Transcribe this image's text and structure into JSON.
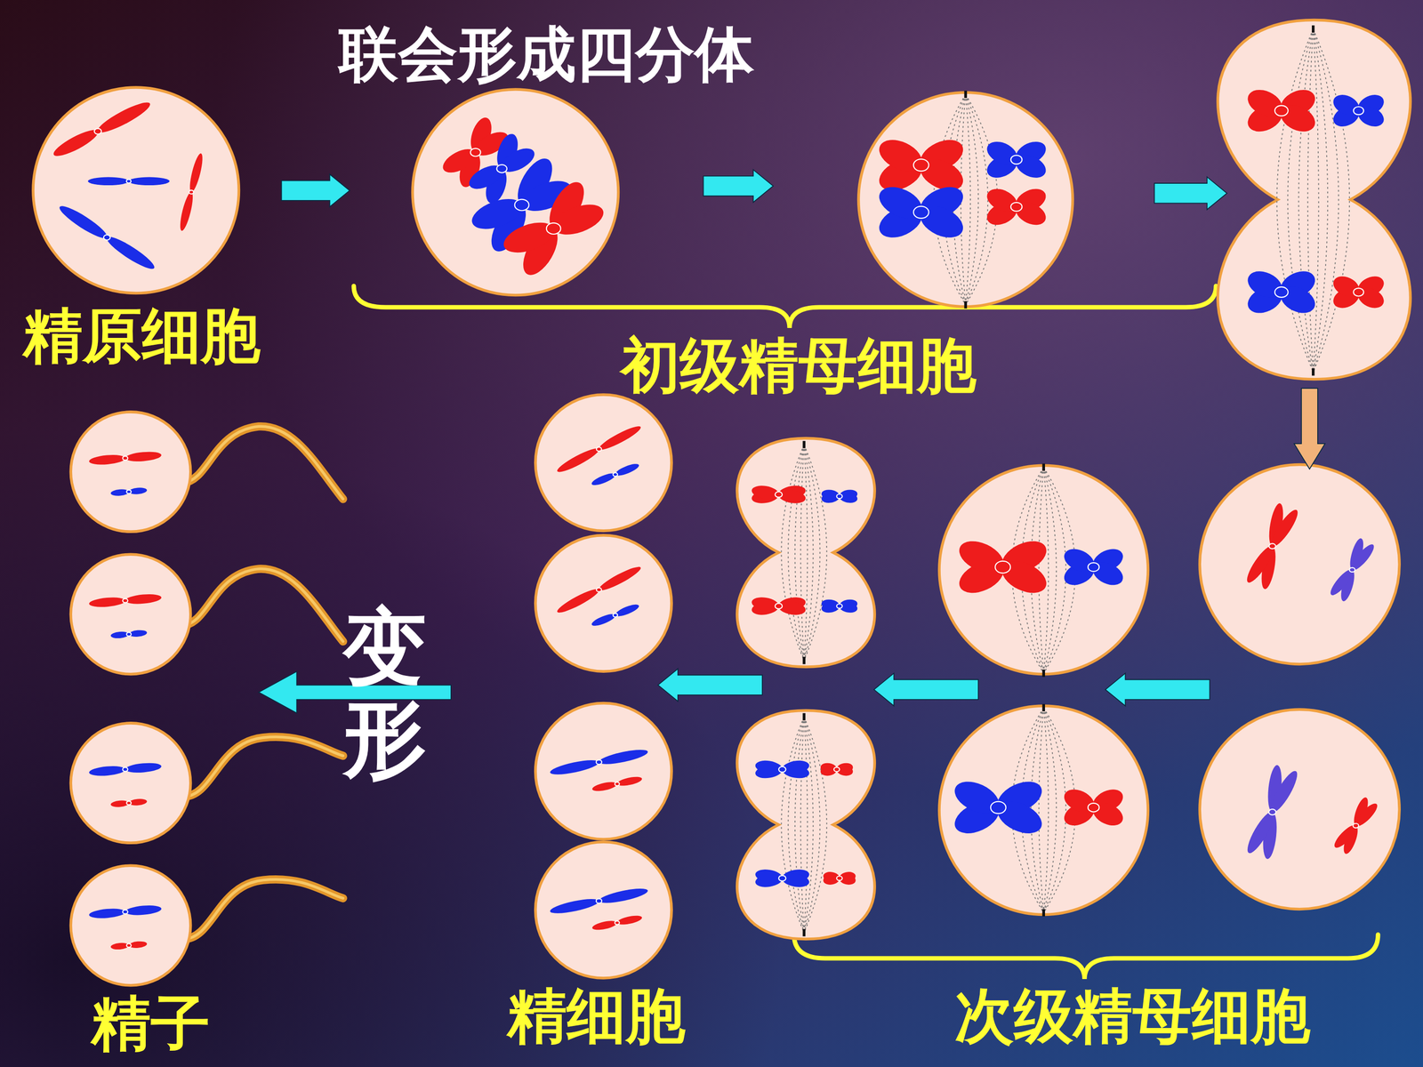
{
  "diagram": {
    "nodes": [
      {
        "text": [
          "精原细胞"
        ]
      },
      {
        "text": [
          "联会形成四分体"
        ]
      }
    ],
    "edges": [
      {
        "from": 0,
        "to": 1,
        "arrow": "to"
      }
    ],
    "labels": [
      "初级精母细胞",
      "变形",
      "精子",
      "精细胞",
      "次级精母细胞"
    ]
  }
}
